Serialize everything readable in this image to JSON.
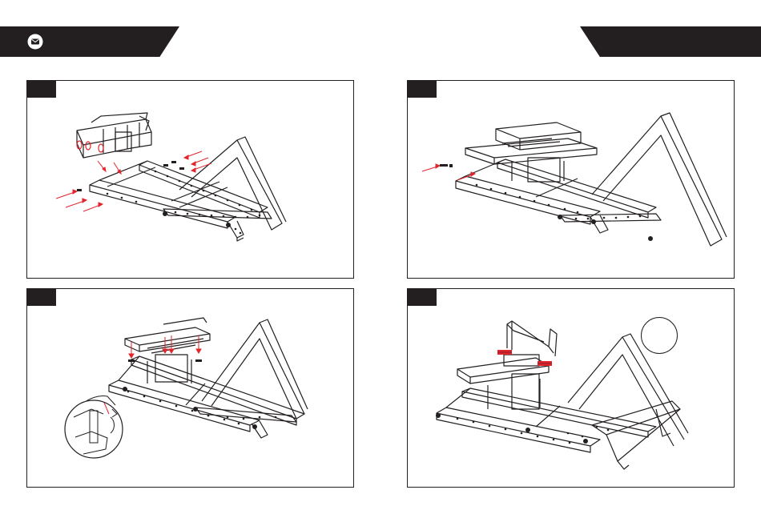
{
  "header": {
    "left_icon": "mail-icon",
    "right_banner": ""
  },
  "colors": {
    "ink": "#231f20",
    "arrow": "#e2242b",
    "background": "#ffffff"
  },
  "steps": [
    {
      "id": 1,
      "label": ""
    },
    {
      "id": 2,
      "label": ""
    },
    {
      "id": 3,
      "label": ""
    },
    {
      "id": 4,
      "label": ""
    }
  ]
}
